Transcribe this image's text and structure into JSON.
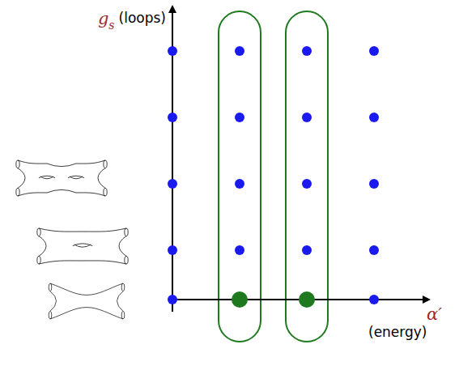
{
  "diagram": {
    "labels": [
      "g",
      "s",
      "(loops)",
      "α′",
      "(energy)"
    ]
  }
}
